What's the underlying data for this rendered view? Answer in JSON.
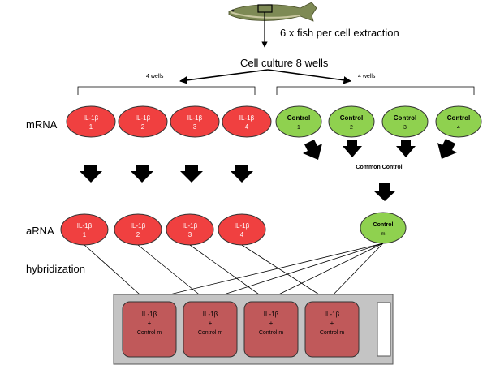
{
  "header": {
    "fish_caption": "6 x fish per cell extraction",
    "culture_label": "Cell culture  8 wells",
    "left_group_label": "4 wells",
    "right_group_label": "4 wells"
  },
  "row_labels": {
    "mrna": "mRNA",
    "arna": "aRNA",
    "hybridization": "hybridization"
  },
  "mrna": {
    "il1b": [
      {
        "name": "IL-1β",
        "num": "1"
      },
      {
        "name": "IL-1β",
        "num": "2"
      },
      {
        "name": "IL-1β",
        "num": "3"
      },
      {
        "name": "IL-1β",
        "num": "4"
      }
    ],
    "control": [
      {
        "name": "Control",
        "num": "1"
      },
      {
        "name": "Control",
        "num": "2"
      },
      {
        "name": "Control",
        "num": "3"
      },
      {
        "name": "Control",
        "num": "4"
      }
    ]
  },
  "common_control_label": "Common Control",
  "arna": {
    "il1b": [
      {
        "name": "IL-1β",
        "num": "1"
      },
      {
        "name": "IL-1β",
        "num": "2"
      },
      {
        "name": "IL-1β",
        "num": "3"
      },
      {
        "name": "IL-1β",
        "num": "4"
      }
    ],
    "control_m": {
      "name": "Control",
      "num": "m"
    }
  },
  "wells": [
    {
      "line1": "IL-1β",
      "line2": "+",
      "line3": "Control m"
    },
    {
      "line1": "IL-1β",
      "line2": "+",
      "line3": "Control m"
    },
    {
      "line1": "IL-1β",
      "line2": "+",
      "line3": "Control m"
    },
    {
      "line1": "IL-1β",
      "line2": "+",
      "line3": "Control m"
    }
  ],
  "colors": {
    "il1b_fill": "#f04040",
    "control_fill": "#8fd14f",
    "well_fill": "#c0595a",
    "slide_fill": "#c4c4c4",
    "arrow": "#000000"
  }
}
